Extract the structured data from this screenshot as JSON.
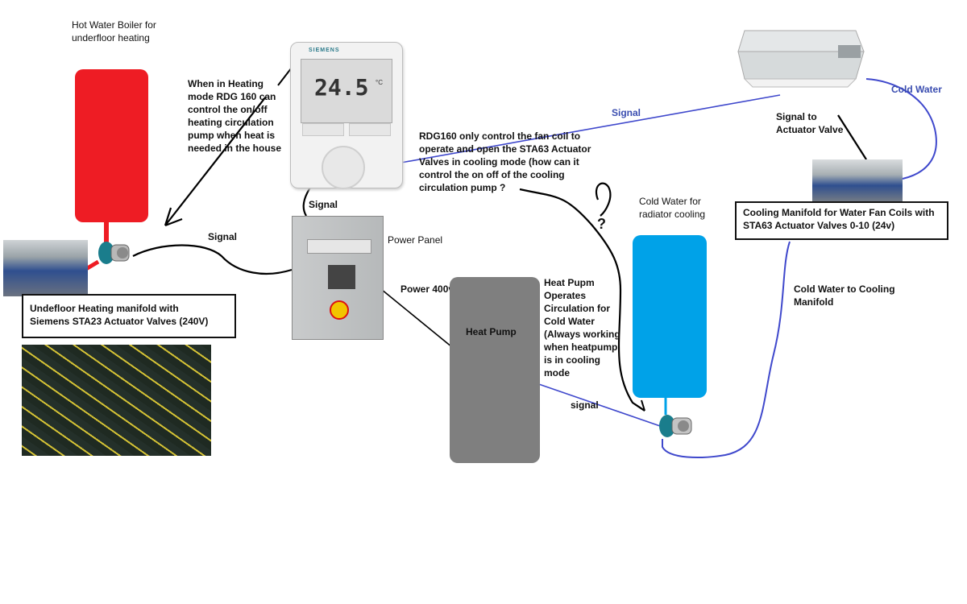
{
  "labels": {
    "boiler_title": "Hot Water Boiler for\nunderfloor heating",
    "heating_note": "When in Heating\nmode RDG 160 can\ncontrol the on/off\nheating circulation\npump when heat is\nneeded in the house",
    "rdg_note": "RDG160 only control the fan coil to\noperate and open the STA63 Actuator\nValves in cooling mode (how can it\ncontrol the on off of the cooling\ncirculation pump ?",
    "signal_thermostat": "Signal",
    "signal_left": "Signal",
    "signal_blue": "Signal",
    "signal_actuator": "Signal to\nActuator Valve",
    "cold_water_top": "Cold Water",
    "power_panel": "Power Panel",
    "power_400v": "Power 400v",
    "heat_pump": "Heat Pump",
    "heat_pump_note": "Heat Pupm\nOperates\nCirculation for\nCold Water\n(Always working\nwhen heatpump\nis in cooling\nmode",
    "signal_lower": "signal",
    "cold_water_tank": "Cold Water for\nradiator cooling",
    "cold_water_manifold": "Cold Water to Cooling\nManifold",
    "thermostat_brand": "SIEMENS",
    "thermostat_display": "24.5",
    "thermostat_unit": "°C",
    "question_mark": "?"
  },
  "boxes": {
    "underfloor_manifold": "Undefloor Heating manifold with\nSiemens STA23 Actuator Valves (240V)",
    "cooling_manifold": "Cooling Manifold for Water Fan Coils with\nSTA63 Actuator Valves 0-10 (24v)"
  },
  "colors": {
    "boiler": "#ee1c24",
    "cold_tank": "#00a2e8",
    "heat_pump": "#7f7f7f",
    "blue_wire": "#3f48cc",
    "black_wire": "#000000",
    "pipe_red": "#ee1c24"
  }
}
